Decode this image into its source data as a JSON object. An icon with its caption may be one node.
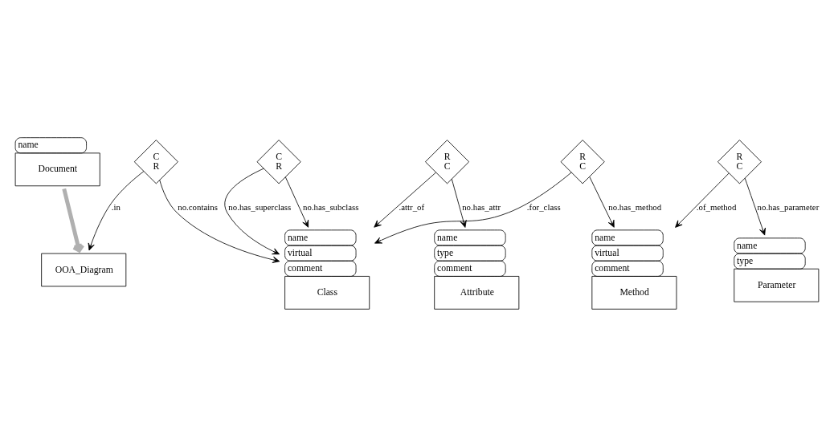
{
  "diagram": {
    "nodes": [
      {
        "text": [
          "C",
          "R"
        ]
      },
      {
        "text": [
          "OOA_Diagram"
        ]
      },
      {
        "text": [
          "name",
          "Document"
        ]
      },
      {
        "text": [
          "name",
          "virtual",
          "comment",
          "Class"
        ]
      },
      {
        "text": [
          "C",
          "R"
        ]
      },
      {
        "text": [
          "name",
          "type",
          "Parameter"
        ]
      },
      {
        "text": [
          "R",
          "C"
        ]
      },
      {
        "text": [
          "R",
          "C"
        ]
      },
      {
        "text": [
          "name",
          "type",
          "comment",
          "Attribute"
        ]
      },
      {
        "text": [
          "name",
          "virtual",
          "comment",
          "Method"
        ]
      },
      {
        "text": [
          "R",
          "C"
        ]
      }
    ],
    "edges": [
      {
        "from": 0,
        "to": 1,
        "arrow": "to",
        "label": ".in"
      },
      {
        "from": 0,
        "to": 3,
        "arrow": "to",
        "label": "no.contains"
      },
      {
        "from": 2,
        "to": 1,
        "arrow": "to",
        "style": "thick",
        "color": "#b0b0b0"
      },
      {
        "from": 4,
        "to": 3,
        "arrow": "to",
        "label": "no.has_subclass"
      },
      {
        "from": 4,
        "to": 3,
        "arrow": "to",
        "label": "no.has_superclass"
      },
      {
        "from": 6,
        "to": 3,
        "arrow": "to",
        "label": ".attr_of"
      },
      {
        "from": 6,
        "to": 8,
        "arrow": "to",
        "label": "no.has_attr"
      },
      {
        "from": 7,
        "to": 3,
        "arrow": "to",
        "label": ".for_class"
      },
      {
        "from": 7,
        "to": 9,
        "arrow": "to",
        "label": "no.has_method"
      },
      {
        "from": 10,
        "to": 9,
        "arrow": "to",
        "label": ".of_method"
      },
      {
        "from": 10,
        "to": 5,
        "arrow": "to",
        "label": "no.has_parameter"
      }
    ]
  }
}
